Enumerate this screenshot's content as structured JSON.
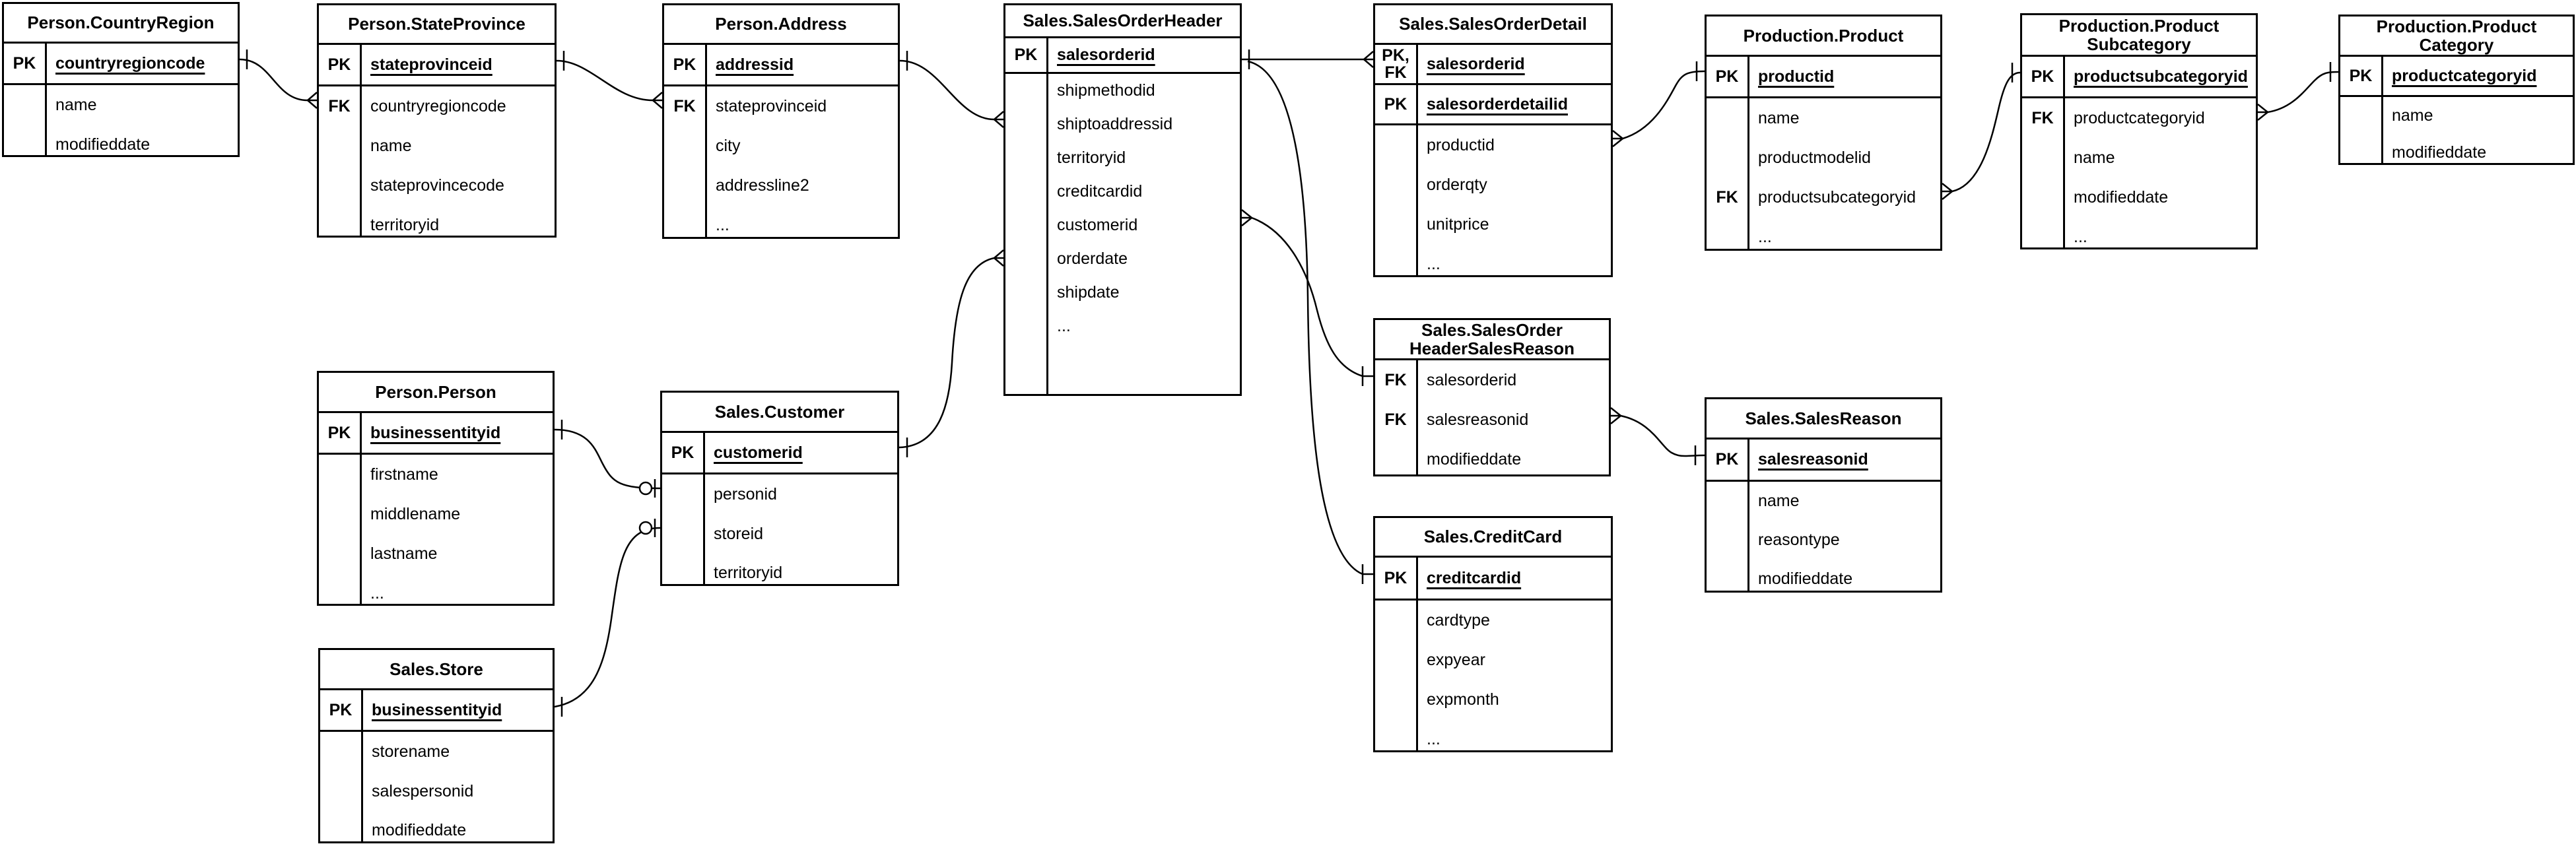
{
  "diagram": {
    "type": "entity-relationship-diagram",
    "notation": "crow-foot",
    "colors": {
      "line": "#000000",
      "background": "#ffffff",
      "text": "#000000",
      "entity_fill": "#ffffff"
    },
    "tables": [
      {
        "title": "Person.CountryRegion",
        "rows": [
          {
            "key": "PK",
            "name": "countryregioncode"
          },
          {
            "key": "",
            "name": "name"
          },
          {
            "key": "",
            "name": "modifieddate"
          }
        ]
      },
      {
        "title": "Person.StateProvince",
        "rows": [
          {
            "key": "PK",
            "name": "stateprovinceid"
          },
          {
            "key": "FK",
            "name": "countryregioncode"
          },
          {
            "key": "",
            "name": "name"
          },
          {
            "key": "",
            "name": "stateprovincecode"
          },
          {
            "key": "",
            "name": "territoryid"
          }
        ]
      },
      {
        "title": "Person.Address",
        "rows": [
          {
            "key": "PK",
            "name": "addressid"
          },
          {
            "key": "FK",
            "name": "stateprovinceid"
          },
          {
            "key": "",
            "name": "city"
          },
          {
            "key": "",
            "name": "addressline2"
          },
          {
            "key": "",
            "name": "..."
          }
        ]
      },
      {
        "title": "Sales.SalesOrderHeader",
        "rows": [
          {
            "key": "PK",
            "name": "salesorderid"
          },
          {
            "key": "",
            "name": "shipmethodid"
          },
          {
            "key": "",
            "name": "shiptoaddressid"
          },
          {
            "key": "",
            "name": "territoryid"
          },
          {
            "key": "",
            "name": "creditcardid"
          },
          {
            "key": "",
            "name": "customerid"
          },
          {
            "key": "",
            "name": "orderdate"
          },
          {
            "key": "",
            "name": "shipdate"
          },
          {
            "key": "",
            "name": "..."
          }
        ]
      },
      {
        "title": "Sales.SalesOrderDetail",
        "rows": [
          {
            "key": "PK,\nFK",
            "name": "salesorderid"
          },
          {
            "key": "PK",
            "name": "salesorderdetailid"
          },
          {
            "key": "",
            "name": "productid"
          },
          {
            "key": "",
            "name": "orderqty"
          },
          {
            "key": "",
            "name": "unitprice"
          },
          {
            "key": "",
            "name": "..."
          }
        ]
      },
      {
        "title": "Production.Product",
        "rows": [
          {
            "key": "PK",
            "name": "productid"
          },
          {
            "key": "",
            "name": "name"
          },
          {
            "key": "",
            "name": "productmodelid"
          },
          {
            "key": "FK",
            "name": "productsubcategoryid"
          },
          {
            "key": "",
            "name": "..."
          }
        ]
      },
      {
        "title": "Production.Product\nSubcategory",
        "rows": [
          {
            "key": "PK",
            "name": "productsubcategoryid"
          },
          {
            "key": "FK",
            "name": "productcategoryid"
          },
          {
            "key": "",
            "name": "name"
          },
          {
            "key": "",
            "name": "modifieddate"
          },
          {
            "key": "",
            "name": "..."
          }
        ]
      },
      {
        "title": "Production.Product\nCategory",
        "rows": [
          {
            "key": "PK",
            "name": "productcategoryid"
          },
          {
            "key": "",
            "name": "name"
          },
          {
            "key": "",
            "name": "modifieddate"
          }
        ]
      },
      {
        "title": "Person.Person",
        "rows": [
          {
            "key": "PK",
            "name": "businessentityid"
          },
          {
            "key": "",
            "name": "firstname"
          },
          {
            "key": "",
            "name": "middlename"
          },
          {
            "key": "",
            "name": "lastname"
          },
          {
            "key": "",
            "name": "..."
          }
        ]
      },
      {
        "title": "Sales.Customer",
        "rows": [
          {
            "key": "PK",
            "name": "customerid"
          },
          {
            "key": "",
            "name": "personid"
          },
          {
            "key": "",
            "name": "storeid"
          },
          {
            "key": "",
            "name": "territoryid"
          }
        ]
      },
      {
        "title": "Sales.Store",
        "rows": [
          {
            "key": "PK",
            "name": "businessentityid"
          },
          {
            "key": "",
            "name": "storename"
          },
          {
            "key": "",
            "name": "salespersonid"
          },
          {
            "key": "",
            "name": "modifieddate"
          }
        ]
      },
      {
        "title": "Sales.SalesOrder\nHeaderSalesReason",
        "rows": [
          {
            "key": "FK",
            "name": "salesorderid"
          },
          {
            "key": "FK",
            "name": "salesreasonid"
          },
          {
            "key": "",
            "name": "modifieddate"
          }
        ]
      },
      {
        "title": "Sales.SalesReason",
        "rows": [
          {
            "key": "PK",
            "name": "salesreasonid"
          },
          {
            "key": "",
            "name": "name"
          },
          {
            "key": "",
            "name": "reasontype"
          },
          {
            "key": "",
            "name": "modifieddate"
          }
        ]
      },
      {
        "title": "Sales.CreditCard",
        "rows": [
          {
            "key": "PK",
            "name": "creditcardid"
          },
          {
            "key": "",
            "name": "cardtype"
          },
          {
            "key": "",
            "name": "expyear"
          },
          {
            "key": "",
            "name": "expmonth"
          },
          {
            "key": "",
            "name": "..."
          }
        ]
      }
    ],
    "relationships": [
      {
        "from": "Person.CountryRegion",
        "from_column": "countryregioncode",
        "from_end": "one",
        "to": "Person.StateProvince",
        "to_column": "countryregioncode",
        "to_end": "many"
      },
      {
        "from": "Person.StateProvince",
        "from_column": "stateprovinceid",
        "from_end": "one",
        "to": "Person.Address",
        "to_column": "stateprovinceid",
        "to_end": "many"
      },
      {
        "from": "Person.Address",
        "from_column": "addressid",
        "from_end": "one",
        "to": "Sales.SalesOrderHeader",
        "to_column": "shiptoaddressid",
        "to_end": "many"
      },
      {
        "from": "Sales.SalesOrderHeader",
        "from_column": "salesorderid",
        "from_end": "one",
        "to": "Sales.SalesOrderDetail",
        "to_column": "salesorderid",
        "to_end": "many"
      },
      {
        "from": "Sales.SalesOrderHeader",
        "from_column": "salesorderid",
        "from_end": "one",
        "to": "Sales.CreditCard",
        "to_column": "creditcardid",
        "to_end": "one"
      },
      {
        "from": "Sales.SalesOrderHeader",
        "from_column": "creditcardid",
        "from_end": "many",
        "to": "Sales.SalesOrderHeaderSalesReason",
        "to_column": "salesorderid",
        "to_end": "one"
      },
      {
        "from": "Sales.Customer",
        "from_column": "customerid",
        "from_end": "one",
        "to": "Sales.SalesOrderHeader",
        "to_column": "customerid",
        "to_end": "many"
      },
      {
        "from": "Person.Person",
        "from_column": "businessentityid",
        "from_end": "one",
        "to": "Sales.Customer",
        "to_column": "personid",
        "to_end": "zero-or-one"
      },
      {
        "from": "Sales.Store",
        "from_column": "businessentityid",
        "from_end": "one",
        "to": "Sales.Customer",
        "to_column": "storeid",
        "to_end": "zero-or-one"
      },
      {
        "from": "Sales.SalesOrderDetail",
        "from_column": "productid",
        "from_end": "many",
        "to": "Production.Product",
        "to_column": "productid",
        "to_end": "one"
      },
      {
        "from": "Production.Product",
        "from_column": "productsubcategoryid",
        "from_end": "many",
        "to": "Production.ProductSubcategory",
        "to_column": "productsubcategoryid",
        "to_end": "one"
      },
      {
        "from": "Production.ProductSubcategory",
        "from_column": "productcategoryid",
        "from_end": "many",
        "to": "Production.ProductCategory",
        "to_column": "productcategoryid",
        "to_end": "one"
      },
      {
        "from": "Sales.SalesOrderHeaderSalesReason",
        "from_column": "salesreasonid",
        "from_end": "many",
        "to": "Sales.SalesReason",
        "to_column": "salesreasonid",
        "to_end": "one"
      }
    ]
  }
}
